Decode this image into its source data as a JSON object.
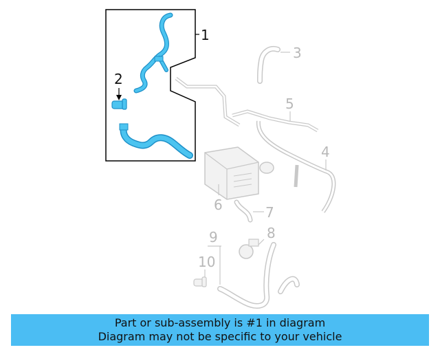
{
  "diagram": {
    "callouts": [
      {
        "id": "1",
        "label": "1",
        "highlighted": true
      },
      {
        "id": "2",
        "label": "2",
        "highlighted": true
      },
      {
        "id": "3",
        "label": "3",
        "highlighted": false
      },
      {
        "id": "4",
        "label": "4",
        "highlighted": false
      },
      {
        "id": "5",
        "label": "5",
        "highlighted": false
      },
      {
        "id": "6",
        "label": "6",
        "highlighted": false
      },
      {
        "id": "7",
        "label": "7",
        "highlighted": false
      },
      {
        "id": "8",
        "label": "8",
        "highlighted": false
      },
      {
        "id": "9",
        "label": "9",
        "highlighted": false
      },
      {
        "id": "10",
        "label": "10",
        "highlighted": false
      }
    ],
    "colors": {
      "highlight_fill": "#4cc4f0",
      "highlight_stroke": "#1e90c8",
      "inactive_stroke": "#c8c8c8",
      "callout_active": "#111111",
      "callout_inactive": "#b8b8b8"
    }
  },
  "banner": {
    "line1": "Part or sub-assembly is #1 in diagram",
    "line2": "Diagram may not be specific to your vehicle",
    "background": "#4bbdf3"
  }
}
